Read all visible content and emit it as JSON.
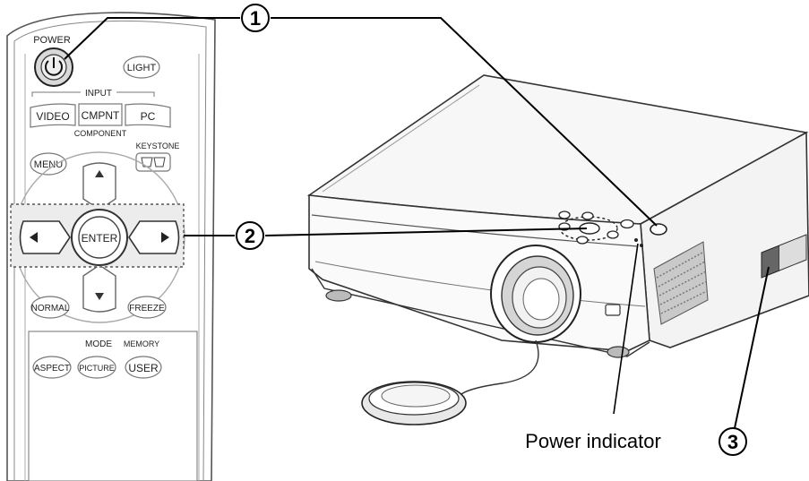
{
  "remote": {
    "power_label": "POWER",
    "light_label": "LIGHT",
    "input_label": "INPUT",
    "video_label": "VIDEO",
    "cmpnt_label": "CMPNT",
    "pc_label": "PC",
    "component_label": "COMPONENT",
    "keystone_label": "KEYSTONE",
    "menu_label": "MENU",
    "enter_label": "ENTER",
    "normal_label": "NORMAL",
    "freeze_label": "FREEZE",
    "mode_label": "MODE",
    "memory_label": "MEMORY",
    "aspect_label": "ASPECT",
    "picture_label": "PICTURE",
    "user_label": "USER"
  },
  "callouts": {
    "one": "1",
    "two": "2",
    "three": "3",
    "power_indicator": "Power indicator"
  },
  "icons": {
    "power": "power-icon",
    "keystone": "keystone-icon",
    "arrows": [
      "arrow-up-icon",
      "arrow-down-icon",
      "arrow-left-icon",
      "arrow-right-icon"
    ]
  }
}
